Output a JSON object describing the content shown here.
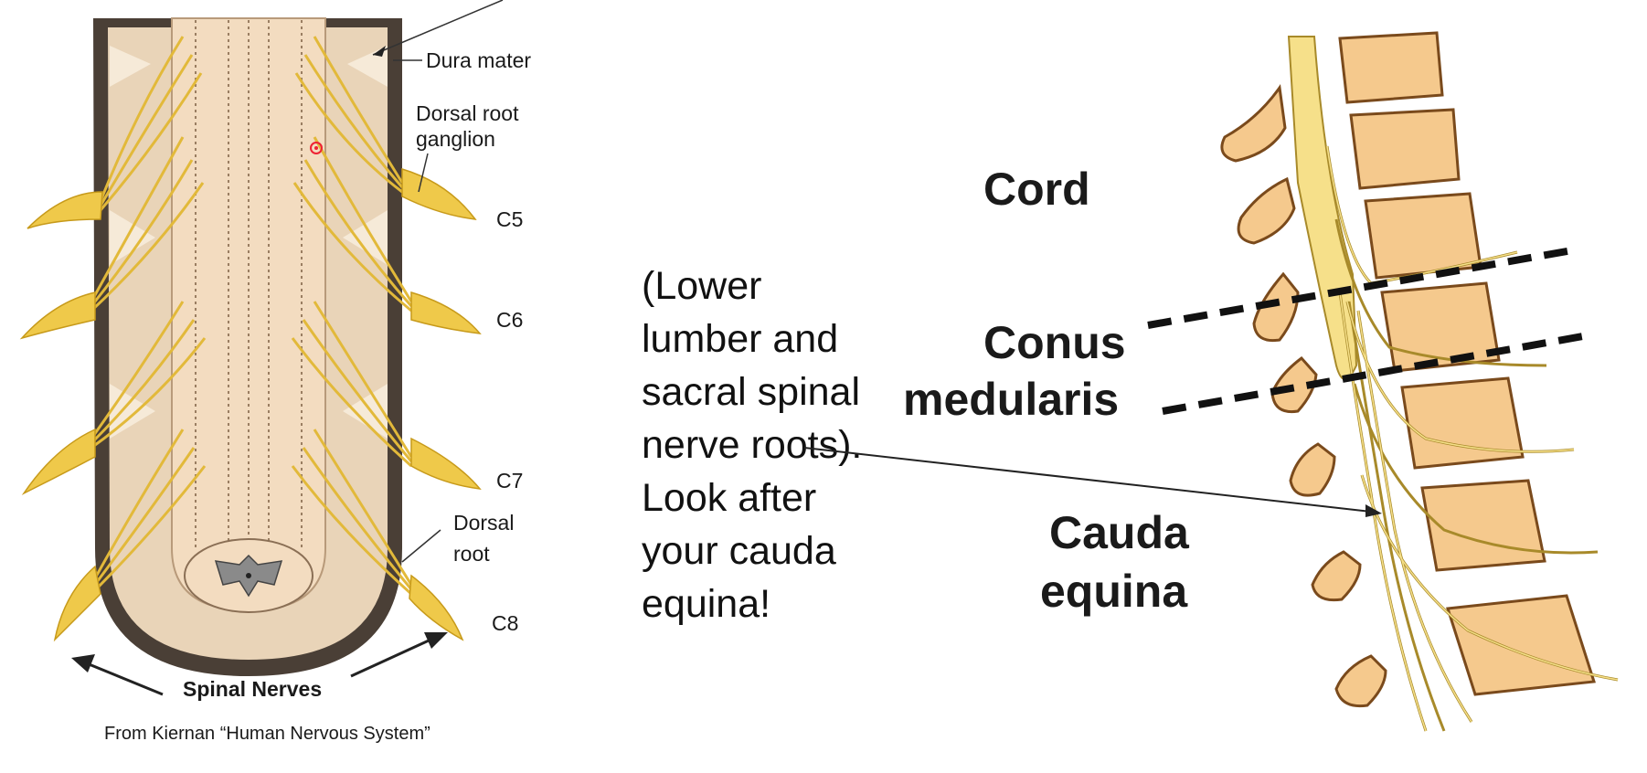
{
  "left_figure": {
    "labels": {
      "dura_mater": "Dura mater",
      "dorsal_root_ganglion_line1": "Dorsal root",
      "dorsal_root_ganglion_line2": "ganglion",
      "c5": "C5",
      "c6": "C6",
      "c7": "C7",
      "c8": "C8",
      "dorsal_root_line1": "Dorsal",
      "dorsal_root_line2": "root",
      "spinal_nerves": "Spinal Nerves",
      "citation": "From Kiernan “Human Nervous System”"
    }
  },
  "note_text": "(Lower lumber and sacral spinal nerve roots). Look after your cauda equina!",
  "right_figure": {
    "labels": {
      "cord": "Cord",
      "conus_line1": "Conus",
      "conus_line2": "medularis",
      "cauda_line1": "Cauda",
      "cauda_line2": "equina"
    }
  },
  "colors": {
    "dura": "#4a3f36",
    "cord": "#f3dcc0",
    "nerve": "#efc94a",
    "bone": "#f5c98d",
    "bone_outline": "#7a4a1c"
  }
}
